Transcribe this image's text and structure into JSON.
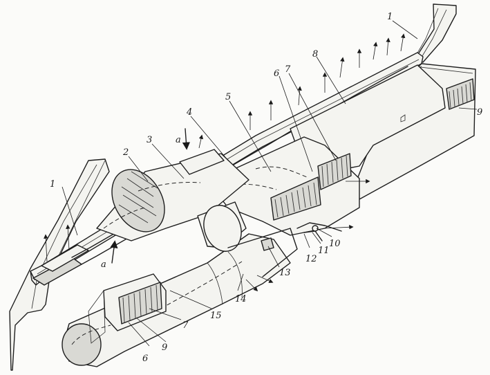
{
  "diagram": {
    "labels": [
      {
        "id": "1a",
        "text": "1"
      },
      {
        "id": "1b",
        "text": "1"
      },
      {
        "id": "2",
        "text": "2"
      },
      {
        "id": "3",
        "text": "3"
      },
      {
        "id": "4",
        "text": "4"
      },
      {
        "id": "5",
        "text": "5"
      },
      {
        "id": "6a",
        "text": "6"
      },
      {
        "id": "6b",
        "text": "6"
      },
      {
        "id": "7a",
        "text": "7"
      },
      {
        "id": "7b",
        "text": "7"
      },
      {
        "id": "8",
        "text": "8"
      },
      {
        "id": "9a",
        "text": "9"
      },
      {
        "id": "9b",
        "text": "9"
      },
      {
        "id": "10",
        "text": "10"
      },
      {
        "id": "11",
        "text": "11"
      },
      {
        "id": "12",
        "text": "12"
      },
      {
        "id": "13",
        "text": "13"
      },
      {
        "id": "14",
        "text": "14"
      },
      {
        "id": "15",
        "text": "15"
      },
      {
        "id": "a1",
        "text": "a"
      },
      {
        "id": "a2",
        "text": "a"
      }
    ]
  }
}
